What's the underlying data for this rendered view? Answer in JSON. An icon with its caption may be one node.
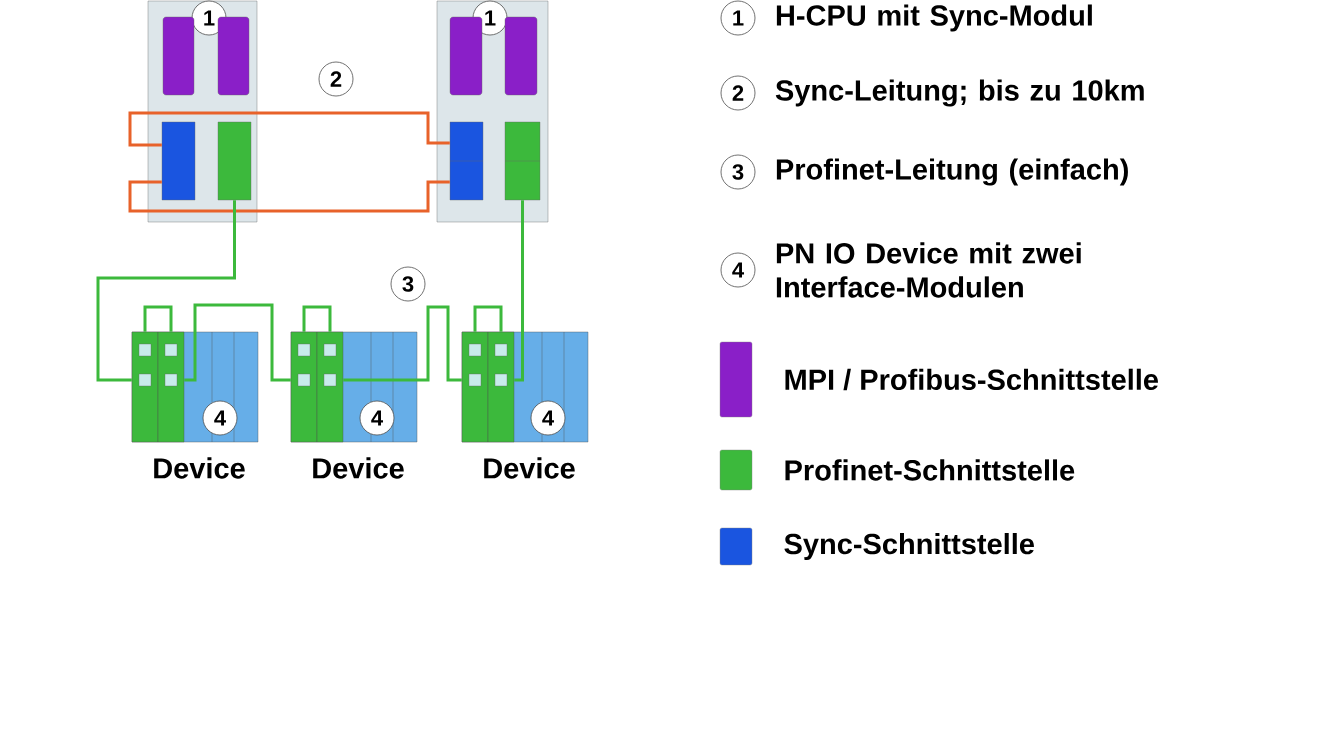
{
  "diagram": {
    "nodes": [
      {
        "text": [],
        "shape": "box"
      },
      {
        "text": [
          "1"
        ],
        "in": 0
      },
      {
        "text": [],
        "shape": "box",
        "in": 0
      },
      {
        "text": [],
        "shape": "box",
        "in": 0
      },
      {
        "text": [],
        "shape": "box"
      },
      {
        "text": [
          "1"
        ],
        "in": 4
      },
      {
        "text": [],
        "shape": "box",
        "in": 4
      },
      {
        "text": [],
        "shape": "box",
        "in": 4
      },
      {
        "text": [
          "2"
        ]
      },
      {
        "text": [
          "3"
        ]
      },
      {
        "text": [
          "Device"
        ]
      },
      {
        "text": [],
        "shape": "box",
        "in": 10
      },
      {
        "text": [],
        "shape": "box",
        "in": 10
      },
      {
        "text": [
          "4"
        ],
        "in": 10
      },
      {
        "text": [
          "Device"
        ]
      },
      {
        "text": [],
        "shape": "box",
        "in": 14
      },
      {
        "text": [],
        "shape": "box",
        "in": 14
      },
      {
        "text": [
          "4"
        ],
        "in": 14
      },
      {
        "text": [
          "Device"
        ]
      },
      {
        "text": [],
        "shape": "box",
        "in": 18
      },
      {
        "text": [],
        "shape": "box",
        "in": 18
      },
      {
        "text": [
          "4"
        ],
        "in": 18
      },
      {
        "text": [
          "1"
        ],
        "beside": [
          "H-CPU mit Sync-Modul"
        ]
      },
      {
        "text": [
          "2"
        ],
        "beside": [
          "Sync-Leitung; bis zu 10km"
        ]
      },
      {
        "text": [
          "3"
        ],
        "beside": [
          "Profinet-Leitung (einfach)"
        ]
      },
      {
        "text": [
          "4"
        ],
        "beside": [
          "PN IO Device mit zwei Interface-Modulen"
        ]
      },
      {
        "text": [],
        "shape": "box",
        "in": 0
      },
      {
        "text": [],
        "shape": "box",
        "in": 0
      },
      {
        "text": [],
        "shape": "box",
        "in": 4
      },
      {
        "text": [],
        "shape": "box",
        "in": 4
      }
    ],
    "edges": [
      {
        "from": 2,
        "to": 6,
        "arrow": "none",
        "color": "#e8622a"
      },
      {
        "from": 2,
        "to": 6,
        "arrow": "none",
        "color": "#e8622a"
      },
      {
        "from": 3,
        "to": 11,
        "arrow": "none"
      },
      {
        "from": 11,
        "to": 12,
        "arrow": "none"
      },
      {
        "from": 12,
        "to": 15,
        "arrow": "none"
      },
      {
        "from": 15,
        "to": 16,
        "arrow": "none"
      },
      {
        "from": 16,
        "to": 19,
        "arrow": "none"
      },
      {
        "from": 19,
        "to": 20,
        "arrow": "none"
      },
      {
        "from": 20,
        "to": 7,
        "arrow": "none"
      }
    ],
    "legend": [
      {
        "text": "MPI / Profibus-Schnittstelle",
        "color": "#8a1fc8"
      },
      {
        "text": "Profinet-Schnittstelle",
        "color": "#3cb93c"
      },
      {
        "text": "Sync-Schnittstelle",
        "color": "#1a55e0"
      }
    ]
  }
}
